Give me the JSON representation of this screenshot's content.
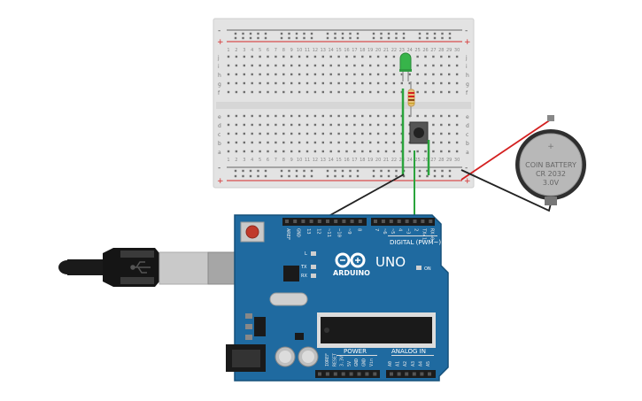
{
  "breadboard": {
    "rail_plus": "+",
    "rail_minus": "-",
    "row_labels_top": [
      "j",
      "i",
      "h",
      "g",
      "f"
    ],
    "row_labels_bottom": [
      "e",
      "d",
      "c",
      "b",
      "a"
    ],
    "column_count": 30
  },
  "battery": {
    "line1": "COIN BATTERY",
    "line2": "CR 2032",
    "line3": "3.0V",
    "plus": "+"
  },
  "arduino": {
    "brand": "ARDUINO",
    "model": "UNO",
    "digital_label": "DIGITAL (PWM~)",
    "power_label": "POWER",
    "analog_label": "ANALOG IN",
    "on_label": "ON",
    "l_label": "L",
    "tx_label": "TX",
    "rx_label": "RX",
    "top_pins": [
      "AREF",
      "GND",
      "13",
      "12",
      "~11",
      "~10",
      "~9",
      "8",
      "7",
      "~6",
      "~5",
      "4",
      "~3",
      "2",
      "TX▸1",
      "RX◂0"
    ],
    "power_pins": [
      "IOREF",
      "RESET",
      "3.3V",
      "5V",
      "GND",
      "GND",
      "Vin"
    ],
    "analog_pins": [
      "A0",
      "A1",
      "A2",
      "A3",
      "A4",
      "A5"
    ]
  },
  "colors": {
    "board": "#1f6aa0",
    "board_dark": "#15507a",
    "wire_green": "#2aa43c",
    "wire_black": "#222222",
    "wire_red": "#d42020",
    "led_green": "#37b44a",
    "rail_red": "#d42a2a"
  }
}
